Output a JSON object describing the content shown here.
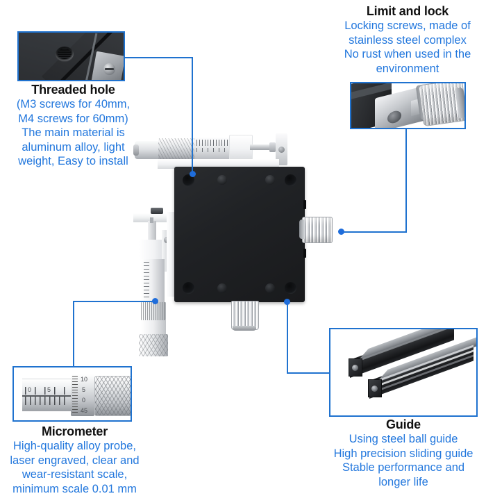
{
  "page": {
    "background_color": "#ffffff",
    "accent_color": "#1f72cf",
    "text_blue": "#2277dd",
    "heading_color": "#111111"
  },
  "callouts": [
    {
      "id": "threaded-hole",
      "title": "Threaded hole",
      "lines": [
        "(M3 screws for 40mm,",
        "M4 screws for 60mm)",
        "The main material is",
        "aluminum alloy, light",
        "weight, Easy to install"
      ],
      "inset_caption": "threaded-hole-closeup"
    },
    {
      "id": "limit-and-lock",
      "title": "Limit and lock",
      "lines": [
        "Locking screws, made of",
        "stainless steel complex",
        "No rust when used in the",
        "environment"
      ],
      "inset_caption": "locking-screw-closeup"
    },
    {
      "id": "micrometer",
      "title": "Micrometer",
      "lines": [
        "High-quality alloy probe,",
        "laser engraved, clear and",
        "wear-resistant scale,",
        "minimum scale 0.01 mm"
      ],
      "inset_caption": "micrometer-closeup"
    },
    {
      "id": "guide",
      "title": "Guide",
      "lines": [
        "Using steel ball guide",
        "High precision sliding guide",
        "Stable performance and",
        "longer life"
      ],
      "inset_caption": "steel-ball-guide-rails"
    }
  ],
  "micrometer_scale": {
    "sleeve_numbers": [
      "0",
      "5"
    ],
    "thimble_numbers": [
      "10",
      "5",
      "0",
      "45"
    ]
  },
  "product": {
    "name": "xy-linear-translation-stage",
    "body_color": "#1f2124",
    "parts": [
      "top-plate",
      "x-axis-micrometer-head",
      "y-axis-micrometer-head",
      "side-locking-screw",
      "bottom-locking-screw",
      "mounting-holes"
    ]
  }
}
